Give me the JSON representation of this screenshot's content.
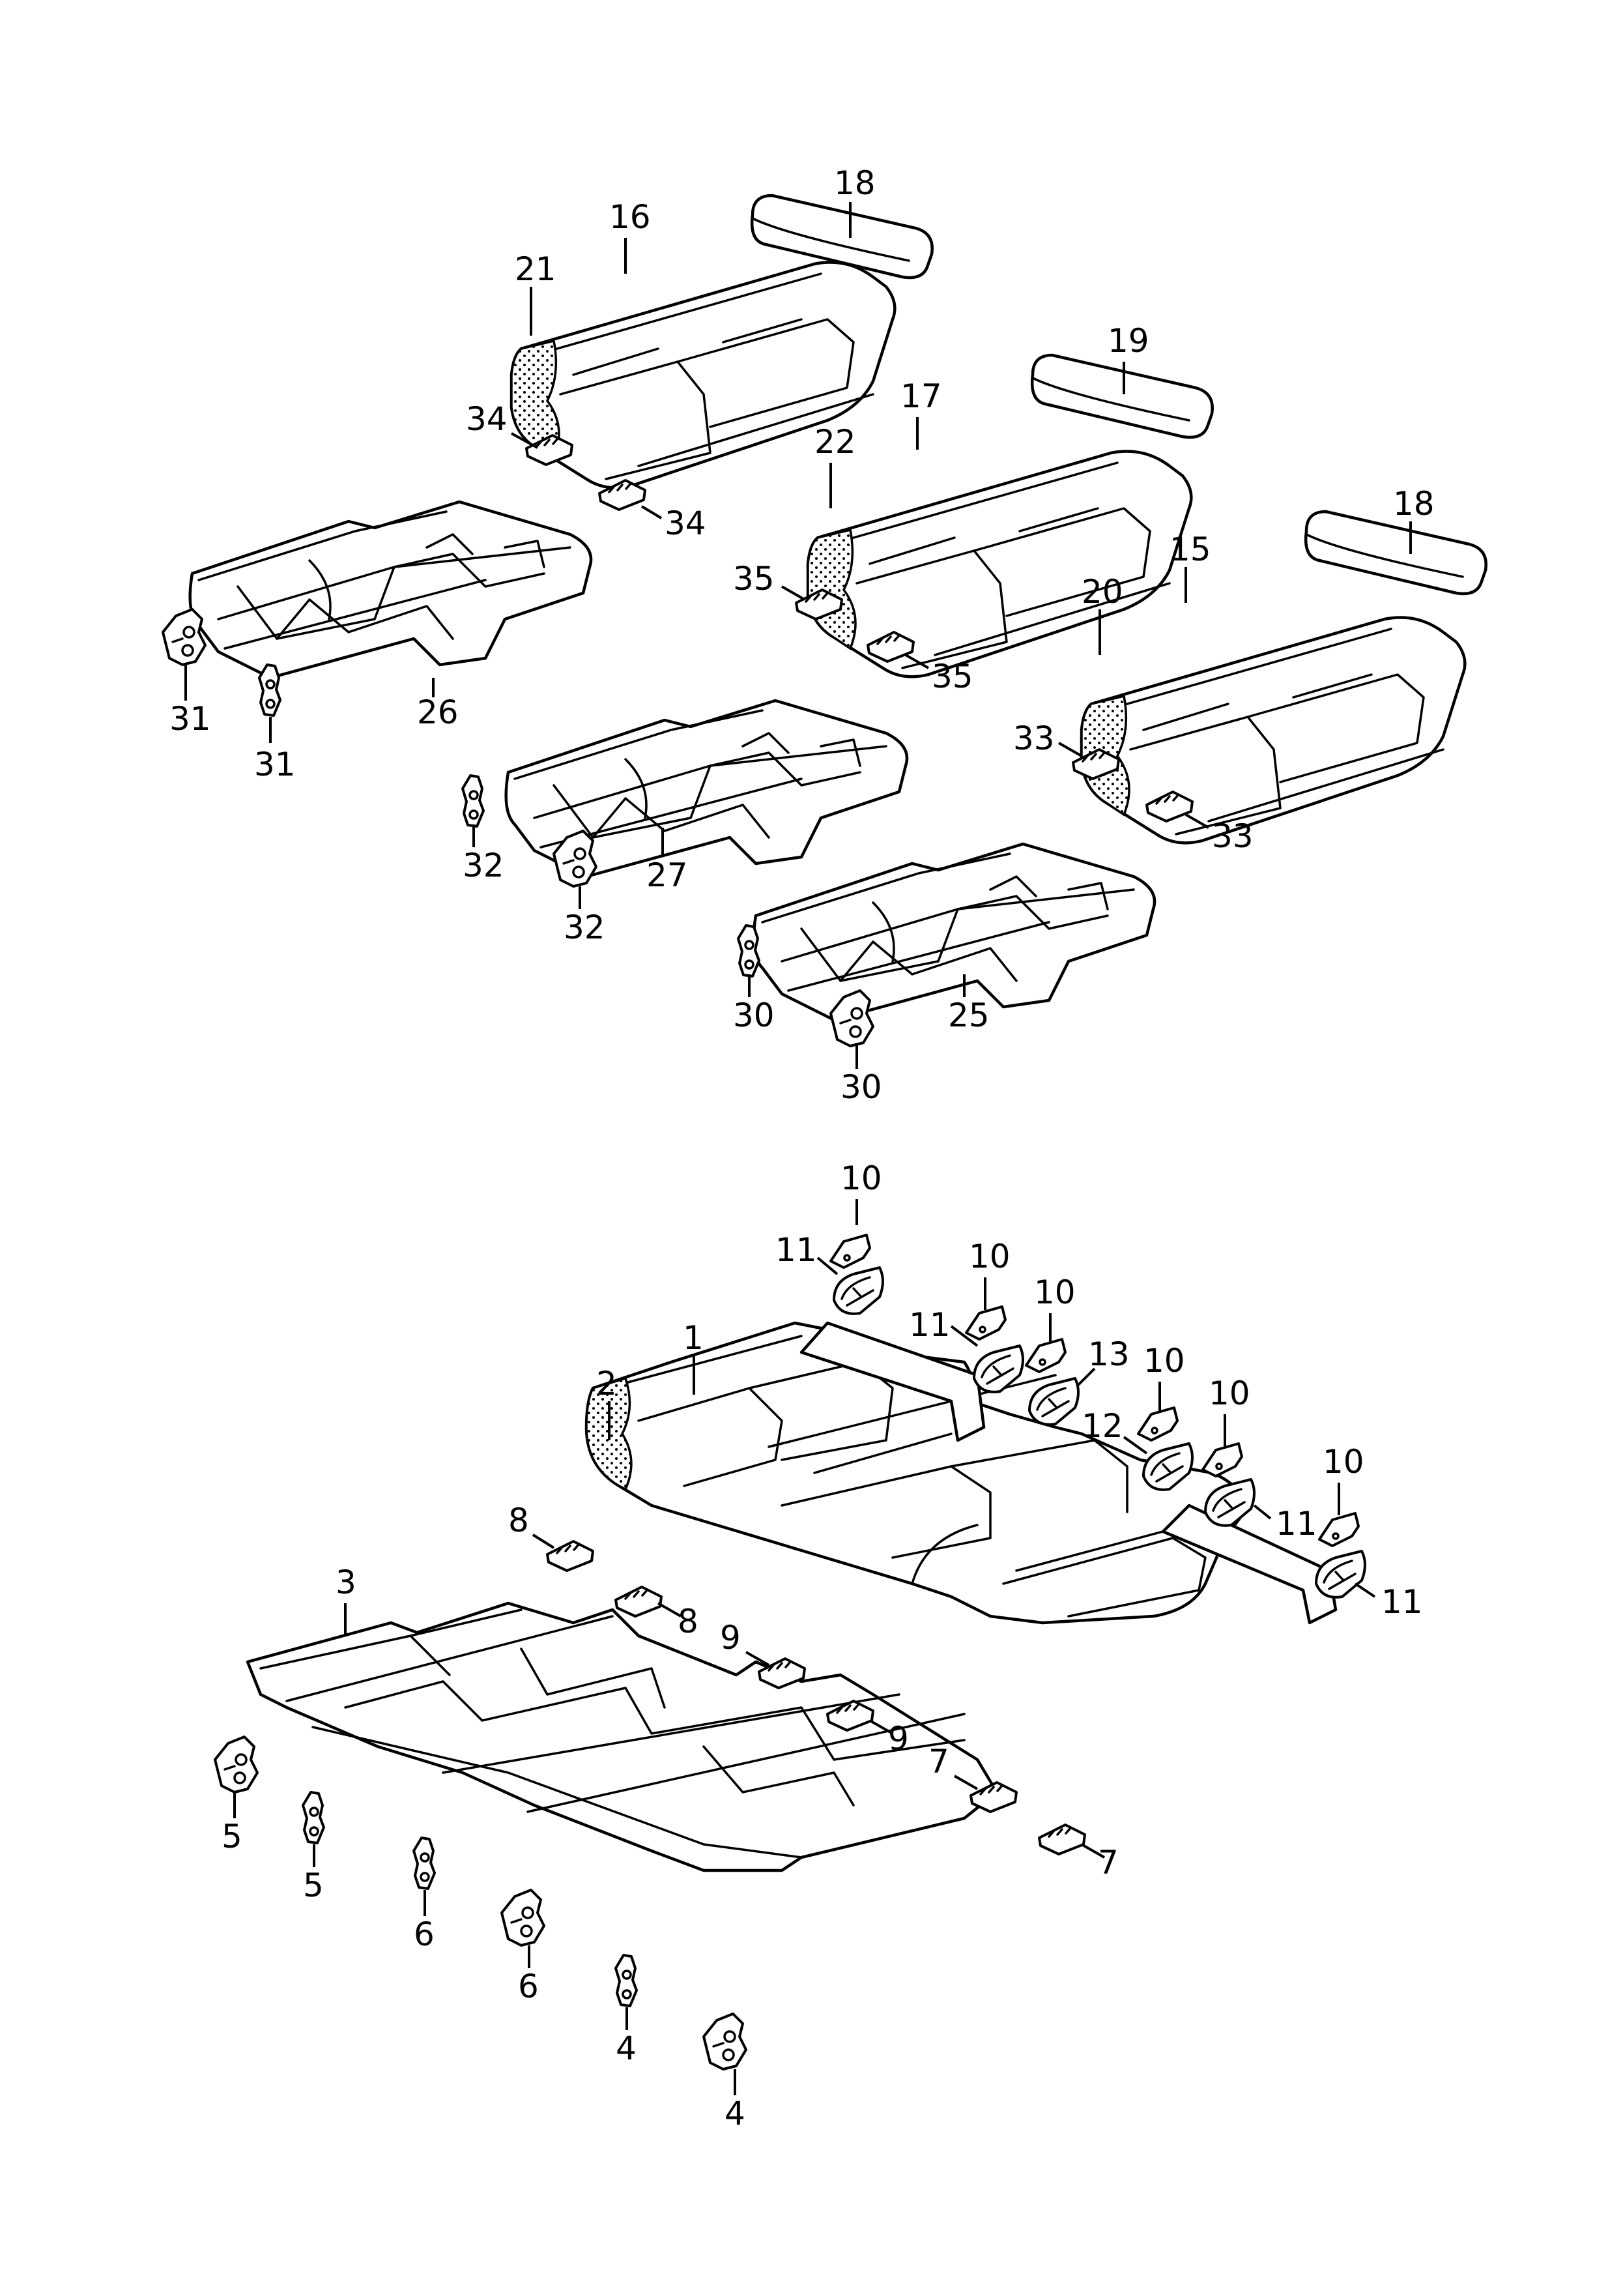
{
  "colors": {
    "background": "#ffffff",
    "line": "#000000"
  },
  "callouts": {
    "n1": "1",
    "n2": "2",
    "n3": "3",
    "n4": "4",
    "n5": "5",
    "n6": "6",
    "n7": "7",
    "n8": "8",
    "n9": "9",
    "n10": "10",
    "n11": "11",
    "n12": "12",
    "n13": "13",
    "n15": "15",
    "n16": "16",
    "n17": "17",
    "n18": "18",
    "n19": "19",
    "n20": "20",
    "n21": "21",
    "n22": "22",
    "n25": "25",
    "n26": "26",
    "n27": "27",
    "n30": "30",
    "n31": "31",
    "n32": "32",
    "n33": "33",
    "n34": "34",
    "n35": "35"
  }
}
